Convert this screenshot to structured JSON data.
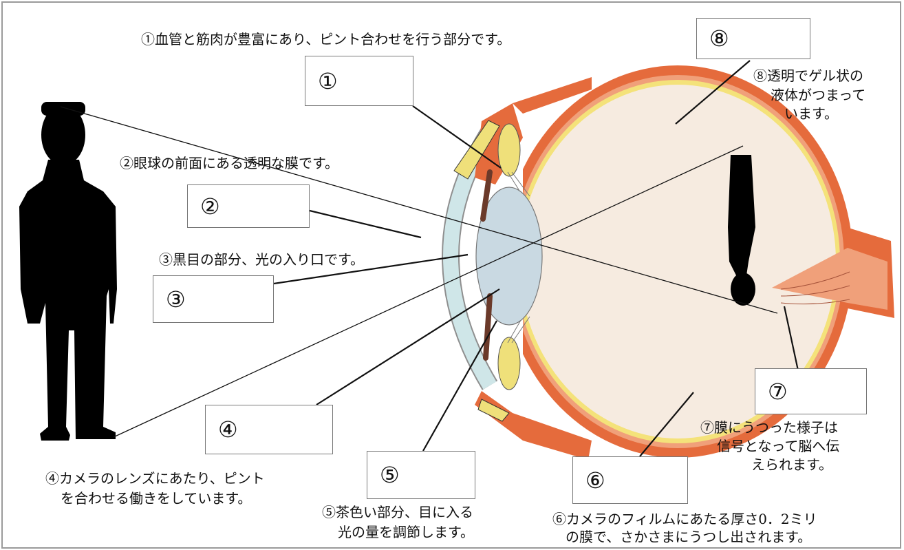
{
  "boxes": [
    "①",
    "②",
    "③",
    "④",
    "⑤",
    "⑥",
    "⑦",
    "⑧"
  ],
  "captions": {
    "c1": "①血管と筋肉が豊富にあり、ピント合わせを行う部分です。",
    "c2": "②眼球の前面にある透明な膜です。",
    "c3": "③黒目の部分、光の入り口です。",
    "c4a": "④カメラのレンズにあたり、ピント",
    "c4b": "を合わせる働きをしています。",
    "c5a": "⑤茶色い部分、目に入る",
    "c5b": "光の量を調節します。",
    "c6a": "⑥カメラのフィルムにあたる厚さ0．2ミリ",
    "c6b": "の膜で、さかさまにうつし出されます。",
    "c7a": "⑦膜にうつった様子は",
    "c7b": "信号となって脳へ伝",
    "c7c": "えられます。",
    "c8a": "⑧透明でゲル状の",
    "c8b": "液体がつまって",
    "c8c": "います。"
  },
  "colors": {
    "sclera": "#e56b3c",
    "choroid": "#f0a07a",
    "retina": "#f4e27a",
    "vitreous": "#f6ebe0",
    "lens": "#c9d9e2",
    "cornea": "#cfe6e8",
    "iris": "#6b3a2a",
    "ciliary": "#efe07a",
    "silhouette": "#000000",
    "frame": "#9a9a9a"
  },
  "icons": [
    "standing-person-silhouette",
    "inverted-person-image"
  ]
}
